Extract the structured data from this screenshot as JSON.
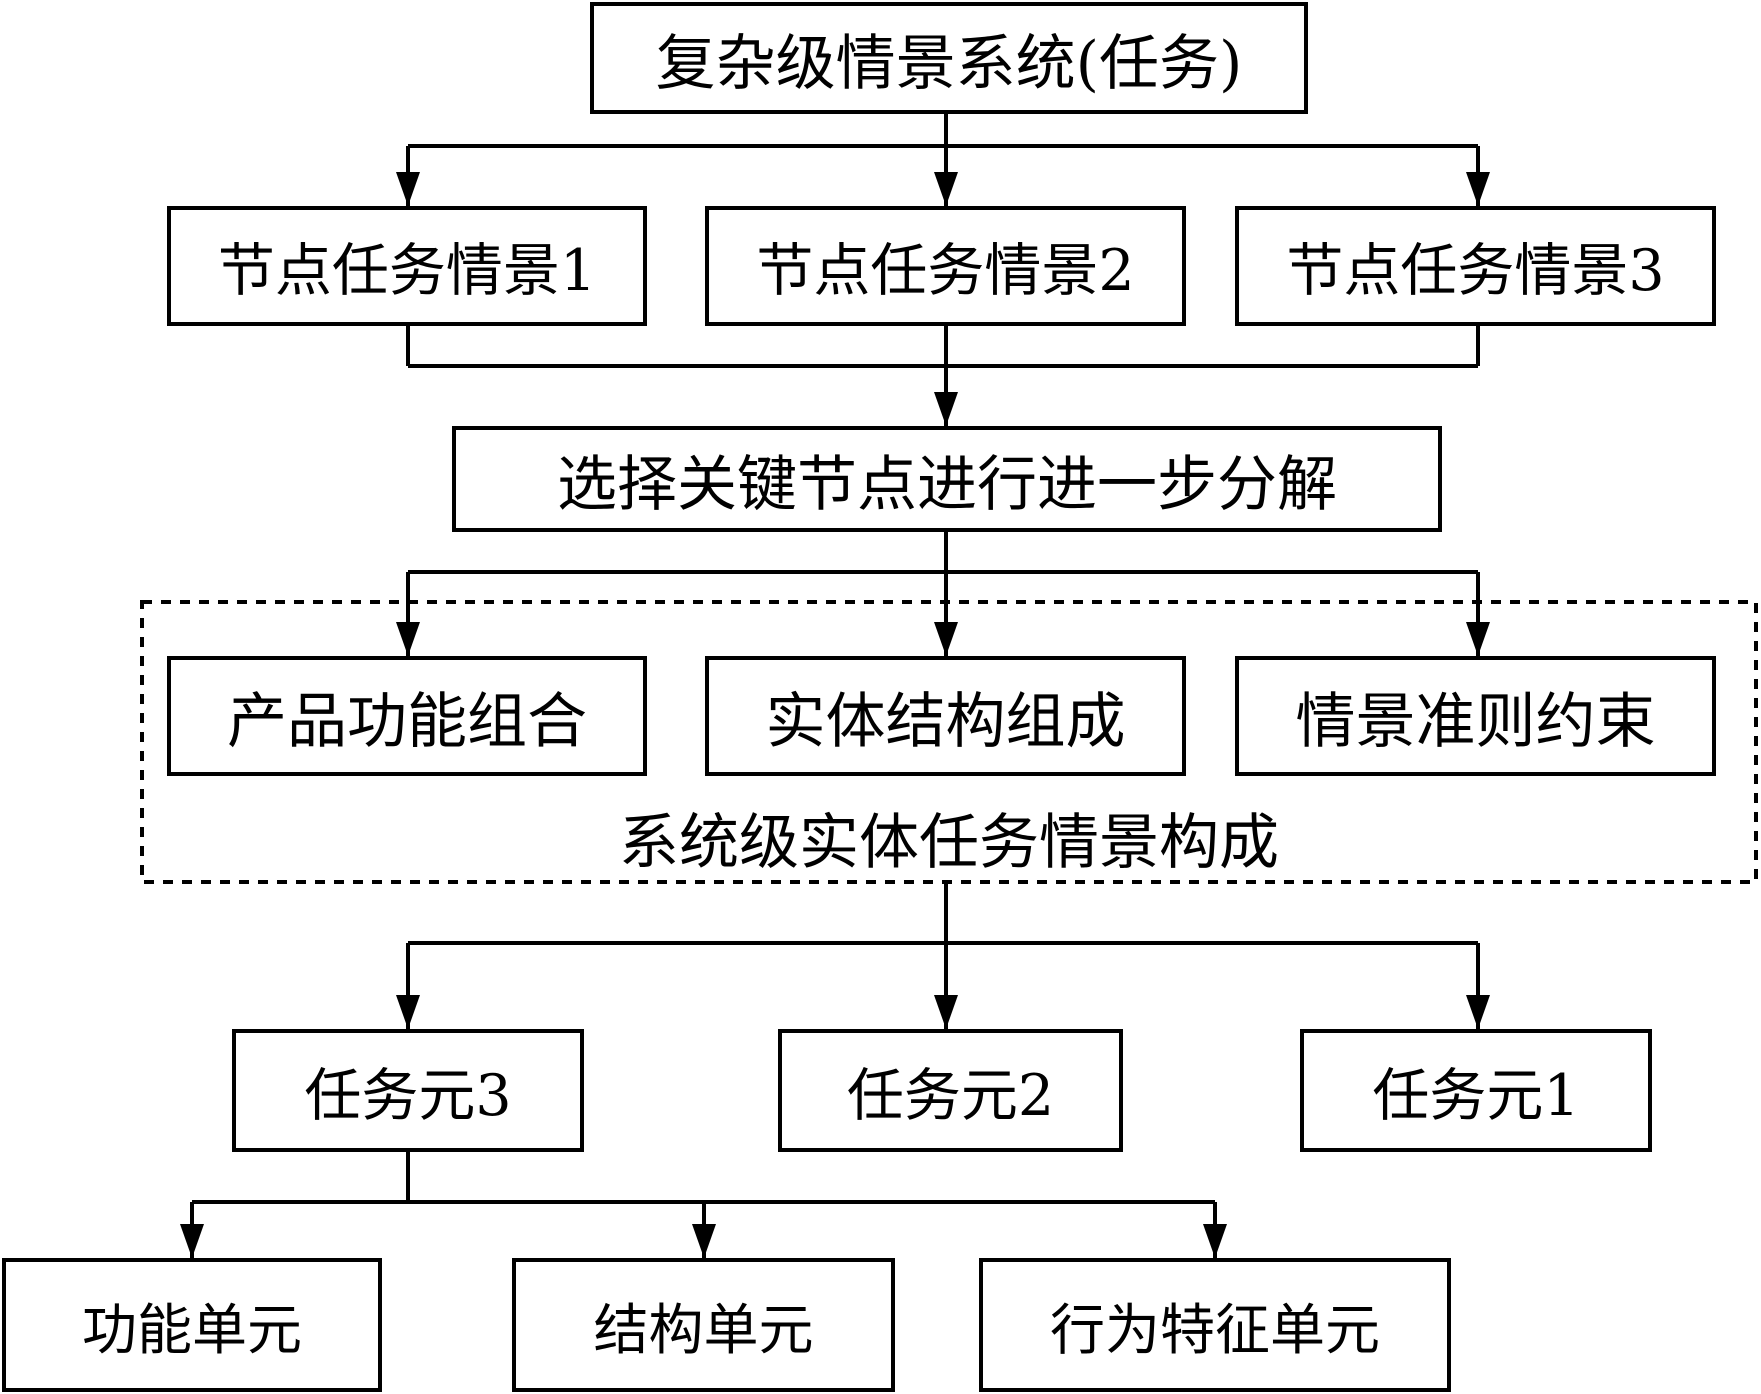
{
  "root": {
    "label": "复杂级情景系统(任务)"
  },
  "node_scenarios": [
    {
      "label": "节点任务情景1"
    },
    {
      "label": "节点任务情景2"
    },
    {
      "label": "节点任务情景3"
    }
  ],
  "decompose": {
    "label": "选择关键节点进行进一步分解"
  },
  "system_group": {
    "label": "系统级实体任务情景构成",
    "items": [
      {
        "label": "产品功能组合"
      },
      {
        "label": "实体结构组成"
      },
      {
        "label": "情景准则约束"
      }
    ]
  },
  "task_elements": [
    {
      "label": "任务元3"
    },
    {
      "label": "任务元2"
    },
    {
      "label": "任务元1"
    }
  ],
  "units": [
    {
      "label": "功能单元"
    },
    {
      "label": "结构单元"
    },
    {
      "label": "行为特征单元"
    }
  ]
}
